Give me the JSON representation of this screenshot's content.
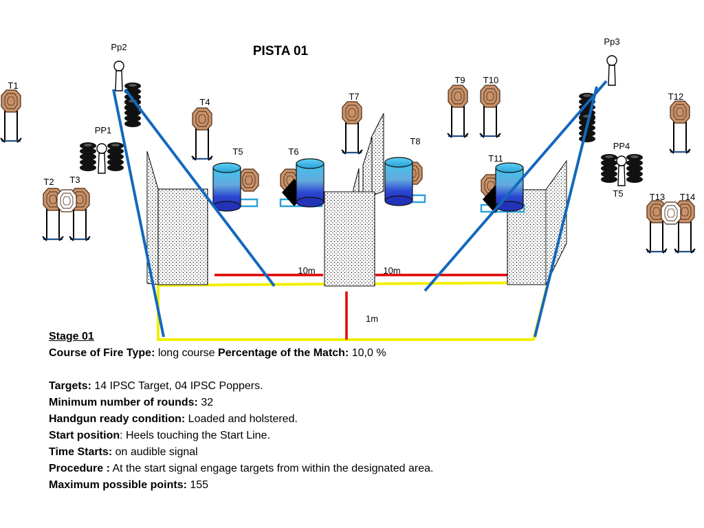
{
  "diagram": {
    "title": "PISTA 01",
    "colors": {
      "fault_line": "#f0f000",
      "distance_line": "#e00000",
      "sight_line": "#1468bd",
      "target_body": "#c8926a",
      "target_outline": "#4a2a16",
      "barrel": "#2a9fd6",
      "tire": "#111111",
      "wall_pattern": "#000000"
    },
    "labels": {
      "pp2": "Pp2",
      "pp3": "Pp3",
      "pp1": "PP1",
      "pp4": "PP4",
      "t1": "T1",
      "t2": "T2",
      "t3": "T3",
      "t4": "T4",
      "t5a": "T5",
      "t6": "T6",
      "t7": "T7",
      "t8": "T8",
      "t9": "T9",
      "t10": "T10",
      "t11": "T11",
      "t12": "T12",
      "t5b": "T5",
      "t13": "T13",
      "t14": "T14"
    },
    "measures": {
      "left": "10m",
      "right": "10m",
      "depth": "1m"
    }
  },
  "brief": {
    "stage": "Stage 01",
    "course_label": "Course of Fire Type:",
    "course_value": " long course",
    "percent_label": "Percentage of the Match:",
    "percent_value": " 10,0 %",
    "targets_label": "Targets:",
    "targets_value": " 14 IPSC Target, 04 IPSC Poppers.",
    "rounds_label": "Minimum number of rounds:",
    "rounds_value": " 32",
    "ready_label": "Handgun ready condition:",
    "ready_value": " Loaded and holstered.",
    "start_label": "Start position",
    "start_value": ": Heels touching the Start  Line.",
    "time_label": "Time Starts:",
    "time_value": " on audible signal",
    "procedure_label": "Procedure :",
    "procedure_value": " At the start signal engage targets from within the designated area.",
    "points_label": "Maximum possible points:",
    "points_value": " 155"
  }
}
